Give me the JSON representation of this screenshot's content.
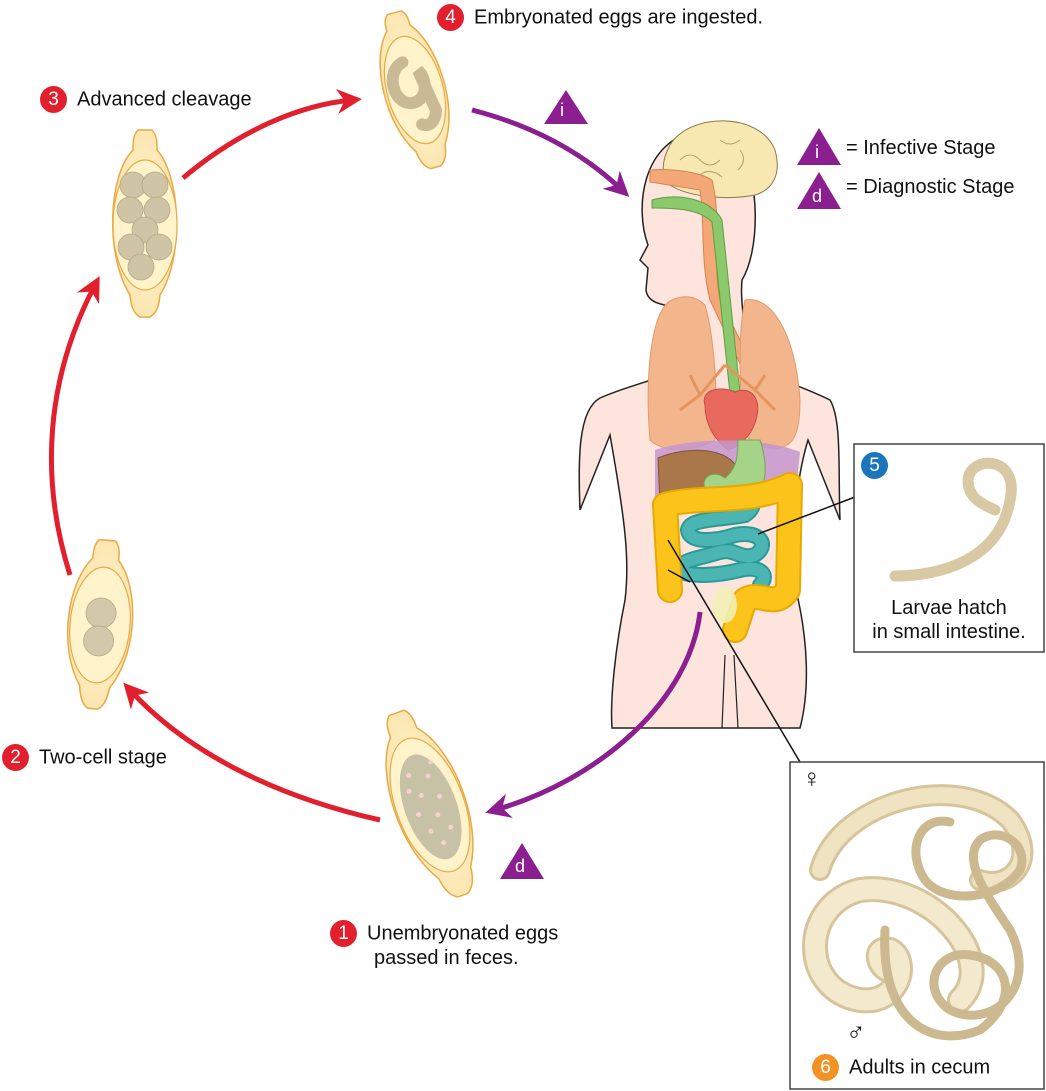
{
  "title": "Trichuris trichiura life cycle",
  "colors": {
    "cycle_arrow": "#e21f2c",
    "infective_arrow": "#8b1f8f",
    "stage_badge": "#e21f2c",
    "larvae_badge": "#1b75bc",
    "adult_badge": "#f39224",
    "worm": "#d8c8a4"
  },
  "legend": {
    "infective": {
      "symbol": "i",
      "label": "= Infective Stage"
    },
    "diagnostic": {
      "symbol": "d",
      "label": "= Diagnostic Stage"
    }
  },
  "stages": [
    {
      "number": "1",
      "line1": "Unembryonated eggs",
      "line2": "passed in feces."
    },
    {
      "number": "2",
      "line1": "Two-cell stage"
    },
    {
      "number": "3",
      "line1": "Advanced cleavage"
    },
    {
      "number": "4",
      "line1": "Embryonated eggs are ingested."
    },
    {
      "number": "5",
      "line1": "Larvae hatch",
      "line2": "in small intestine."
    },
    {
      "number": "6",
      "line1": "Adults in cecum"
    }
  ],
  "stage_markers": {
    "egg_ingested": "i",
    "egg_passed": "d"
  },
  "sex_symbols": {
    "female": "♀",
    "male": "♂"
  }
}
